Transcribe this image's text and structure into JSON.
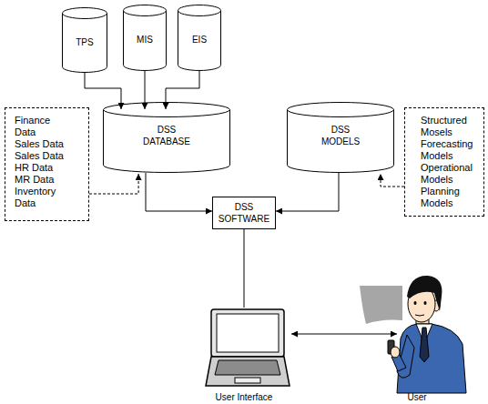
{
  "diagram": {
    "nodes": [
      {
        "text": [
          "TPS"
        ]
      },
      {
        "text": [
          "MIS"
        ]
      },
      {
        "text": [
          "EIS"
        ]
      },
      {
        "text": [
          "Finance Data",
          "Sales Data",
          "Sales Data",
          "HR Data",
          "MR Data",
          "Inventory Data"
        ]
      },
      {
        "text": [
          "DSS DATABASE"
        ]
      },
      {
        "text": [
          "DSS MODELS"
        ]
      },
      {
        "text": [
          "Structured Mosels",
          "Forecasting Models",
          "Operational Models",
          "Planning Models"
        ]
      },
      {
        "text": [
          "DSS SOFTWARE"
        ]
      },
      {
        "text": [
          "User Interface"
        ]
      },
      {
        "text": [
          "User"
        ]
      }
    ],
    "edges": [
      {
        "from": 0,
        "to": 4,
        "arrow": "to"
      },
      {
        "from": 1,
        "to": 4,
        "arrow": "to"
      },
      {
        "from": 2,
        "to": 4,
        "arrow": "to"
      },
      {
        "from": 3,
        "to": 4,
        "arrow": "to"
      },
      {
        "from": 6,
        "to": 5,
        "arrow": "to"
      },
      {
        "from": 4,
        "to": 7,
        "arrow": "to"
      },
      {
        "from": 5,
        "to": 7,
        "arrow": "to"
      },
      {
        "from": 7,
        "to": 8,
        "arrow": "none"
      },
      {
        "from": 8,
        "to": 9,
        "arrow": "both"
      }
    ]
  }
}
